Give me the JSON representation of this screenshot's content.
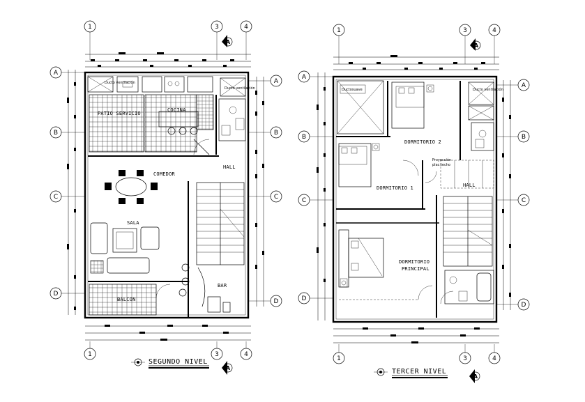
{
  "plans": [
    {
      "title": "SEGUNDO NIVEL",
      "top_axes": [
        "1",
        "3",
        "4"
      ],
      "bottom_axes": [
        "1",
        "3",
        "4"
      ],
      "left_axes": [
        "A",
        "B",
        "C",
        "D"
      ],
      "right_axes": [
        "A",
        "B",
        "C",
        "D"
      ],
      "north": "A",
      "rooms": {
        "patio_servicio": "PATIO SERVICIO",
        "cocina": "COCINA",
        "comedor": "COMEDOR",
        "hall": "HALL",
        "sala": "SALA",
        "bar": "BAR",
        "balcon": "BALCON",
        "ducto_1": "Ducto ventilación",
        "ducto_2": "Ducto ventilación"
      }
    },
    {
      "title": "TERCER NIVEL",
      "top_axes": [
        "1",
        "3",
        "4"
      ],
      "bottom_axes": [
        "1",
        "3",
        "4"
      ],
      "left_axes": [
        "A",
        "B",
        "C",
        "D"
      ],
      "right_axes": [
        "A",
        "B",
        "C",
        "D"
      ],
      "north": "A",
      "rooms": {
        "dormitorio_2": "DORMITORIO 2",
        "dormitorio_1": "DORMITORIO 1",
        "dormitorio_principal_1": "DORMITORIO",
        "dormitorio_principal_2": "PRINCIPAL",
        "hall": "HALL",
        "proyeccion_1": "Proyección",
        "proyeccion_2": "plac.techo",
        "ducto_1": "Ductosuave",
        "ducto_2": "Ducto ventilación"
      }
    }
  ],
  "colors": {
    "line": "#000000",
    "background": "#ffffff"
  }
}
